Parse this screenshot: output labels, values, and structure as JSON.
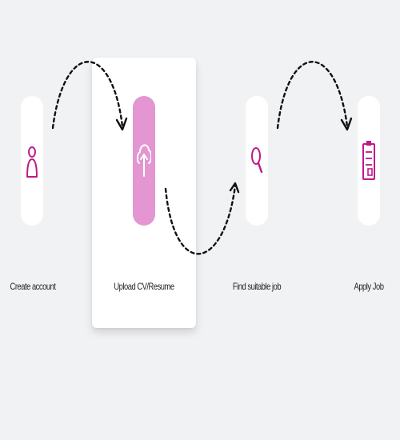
{
  "steps": [
    {
      "label": "Create account",
      "icon": "user-icon",
      "active": false
    },
    {
      "label": "Upload CV/Resume",
      "icon": "cloud-upload-icon",
      "active": true
    },
    {
      "label": "Find suitable job",
      "icon": "search-icon",
      "active": false
    },
    {
      "label": "Apply Job",
      "icon": "clipboard-icon",
      "active": false
    }
  ],
  "colors": {
    "accent": "#c0188a",
    "active_fill": "#e396d2",
    "background": "#f1f2f4",
    "card": "#ffffff"
  }
}
